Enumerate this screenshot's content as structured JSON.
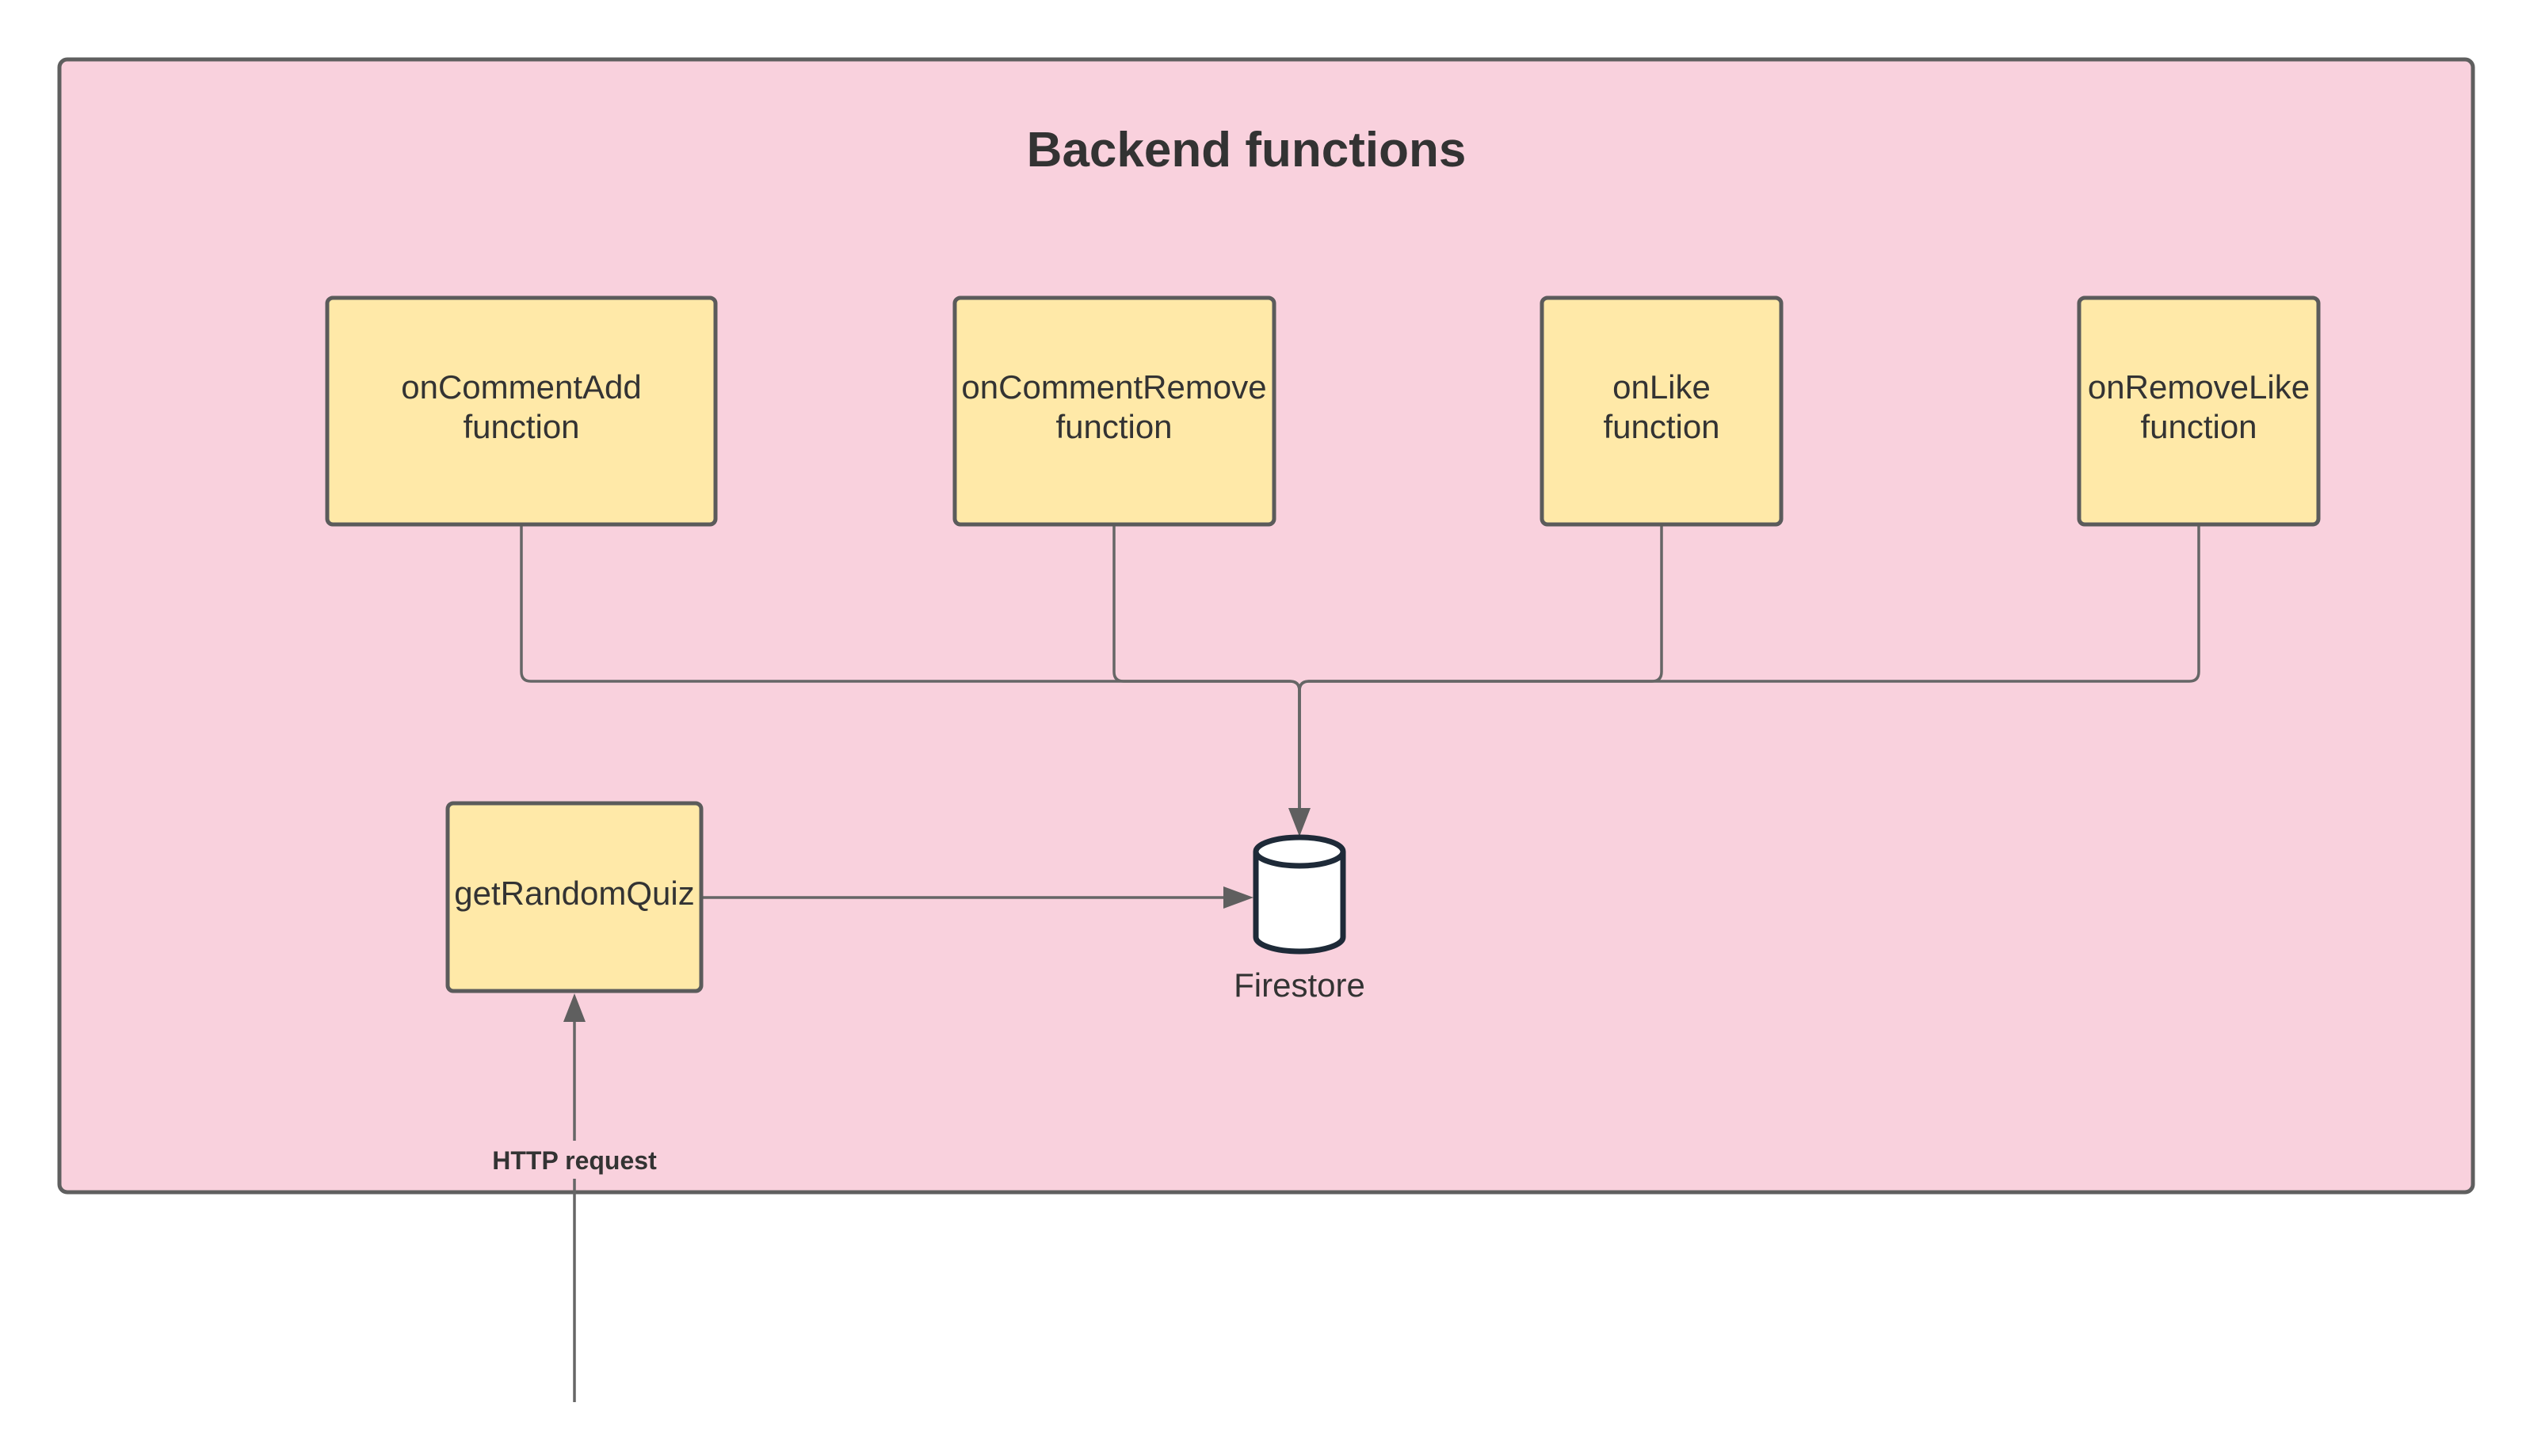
{
  "title": "Backend functions",
  "colors": {
    "container_fill": "#f9d1dd",
    "container_stroke": "#5f5f5f",
    "box_fill": "#ffe9a8",
    "box_stroke": "#5b5b5b",
    "connector": "#666666",
    "database_stroke": "#1e2a38"
  },
  "functions": [
    {
      "line1": "onCommentAdd",
      "line2": "function"
    },
    {
      "line1": "onCommentRemove",
      "line2": "function"
    },
    {
      "line1": "onLike",
      "line2": "function"
    },
    {
      "line1": "onRemoveLike",
      "line2": "function"
    }
  ],
  "http_function": {
    "label": "getRandomQuiz"
  },
  "database": {
    "label": "Firestore",
    "icon": "database-cylinder-icon"
  },
  "http_edge": {
    "label": "HTTP request"
  }
}
